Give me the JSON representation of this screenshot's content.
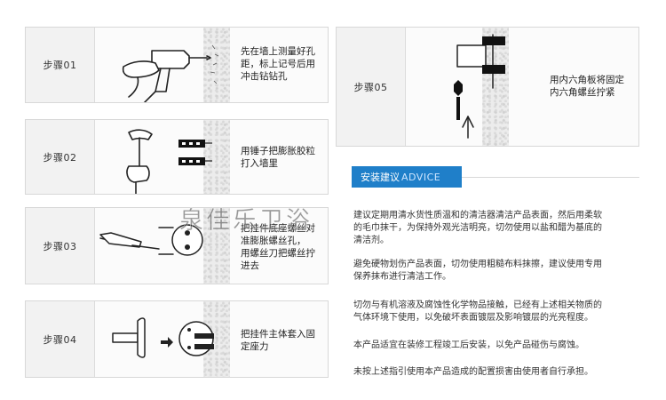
{
  "steps": [
    {
      "label": "步骤01",
      "text": [
        "先在墙上测量好孔",
        "距，标上记号后用",
        "冲击钻钻孔"
      ]
    },
    {
      "label": "步骤02",
      "text": [
        "用锤子把膨胀胶粒",
        "打入墙里"
      ]
    },
    {
      "label": "步骤03",
      "text": [
        "把挂件底座螺丝对",
        "准膨胀螺丝孔，",
        "用螺丝刀把螺丝拧",
        "进去"
      ]
    },
    {
      "label": "步骤04",
      "text": [
        "把挂件主体套入固",
        "定座力"
      ]
    },
    {
      "label": "步骤05",
      "text": [
        "用内六角板将固定",
        "内六角螺丝拧紧"
      ]
    }
  ],
  "advice": {
    "title_cn": "安装建议",
    "title_en": "ADVICE"
  },
  "paragraphs": [
    [
      "建议定期用清水货性质温和的清洁器清洁产品表面，然后用柔软",
      "的毛巾抹干，为保持外观光洁明亮，切勿使用以盐和醋为基底的",
      "清洁剂。"
    ],
    [
      "避免硬物划伤产品表面，切勿使用粗糙布料抹擦，建议使用专用",
      "保养抹布进行清洁工作。"
    ],
    [
      "切勿与有机溶液及腐蚀性化学物品接触，已经有上述相关物质的",
      "气体环境下使用，以免破坏表面镀层及影响镀层的光亮程度。"
    ],
    [
      "本产品适宜在装修工程竣工后安装，以免产品碰伤与腐蚀。"
    ],
    [
      "未按上述指引使用本产品造成的配置损害由使用者自行承担。"
    ]
  ],
  "watermark": "泉佳乐卫浴",
  "colors": {
    "accent": "#1f7fc9",
    "panel_border": "#d8d8d8",
    "label_bg": "#f2f2f2"
  },
  "icons": [
    "drill-icon",
    "hammer-icon",
    "screwdriver-icon",
    "hex-key-icon",
    "wall-anchor-icon"
  ]
}
